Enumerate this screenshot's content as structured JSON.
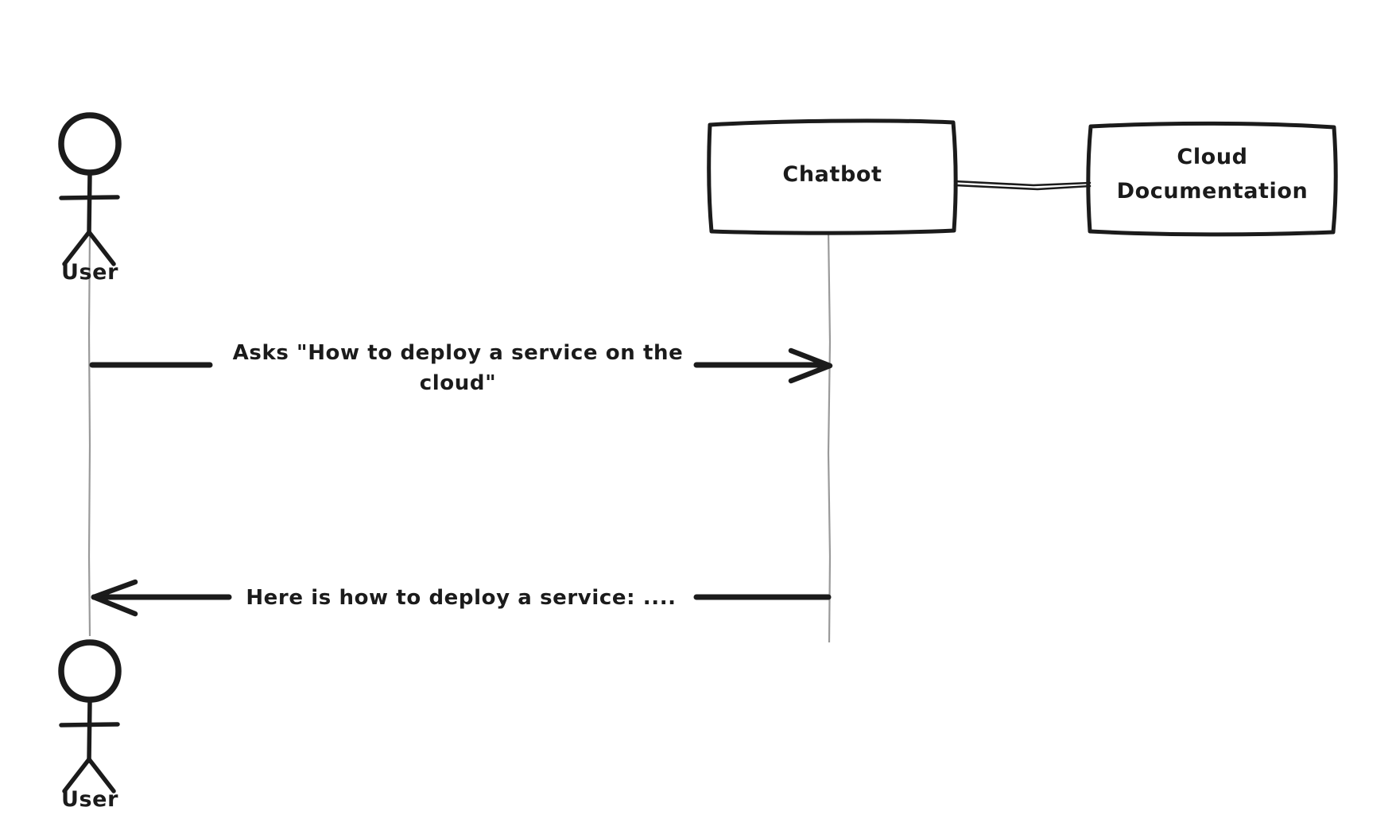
{
  "diagram": {
    "type": "uml-sequence-diagram",
    "style": "hand-drawn",
    "background_color": "#ffffff",
    "stroke_color": "#1b1b1b",
    "lifeline_color": "#9a9a9a",
    "participants": [
      {
        "id": "user",
        "label": "User",
        "shape": "actor-stick-figure"
      },
      {
        "id": "chatbot",
        "label": "Chatbot",
        "shape": "rectangle"
      },
      {
        "id": "cloud_docs",
        "label_line1": "Cloud",
        "label_line2": "Documentation",
        "shape": "rectangle"
      }
    ],
    "messages": [
      {
        "id": "msg-1",
        "from": "user",
        "to": "chatbot",
        "direction": "right",
        "label_line1": "Asks \"How to deploy a service on the",
        "label_line2": "cloud\""
      },
      {
        "id": "msg-2",
        "from": "chatbot",
        "to": "user",
        "direction": "left",
        "label_line1": "Here is how to deploy a service: ....",
        "label_line2": ""
      }
    ],
    "links": [
      {
        "id": "link-1",
        "from": "chatbot",
        "to": "cloud_docs",
        "style": "plain-line"
      }
    ],
    "bottom_actor": {
      "id": "user-bottom",
      "label": "User",
      "shape": "actor-stick-figure"
    }
  }
}
